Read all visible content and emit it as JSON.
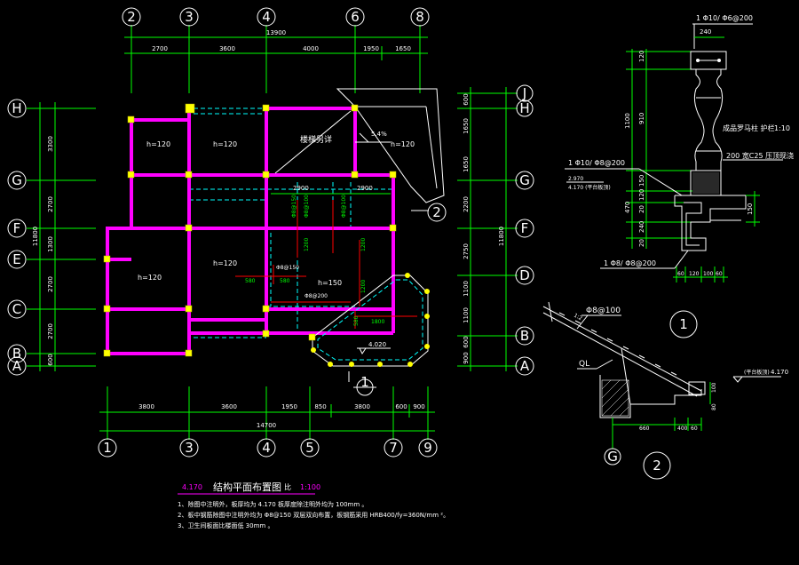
{
  "axis_top": [
    "2",
    "3",
    "4",
    "6",
    "8"
  ],
  "axis_bottom": [
    "1",
    "3",
    "4",
    "5",
    "7",
    "9"
  ],
  "axis_left": [
    "H",
    "G",
    "F",
    "E",
    "C",
    "B",
    "A"
  ],
  "axis_right": [
    "J",
    "H",
    "G",
    "F",
    "D",
    "B",
    "A"
  ],
  "dims_top": [
    "2700",
    "3600",
    "4000",
    "1950",
    "1650"
  ],
  "dim_top_total": "13900",
  "dims_bottom": [
    "3800",
    "3600",
    "1950",
    "850",
    "3800",
    "600",
    "900"
  ],
  "dim_bottom_total": "14700",
  "dims_left": [
    "3300",
    "2700",
    "1300",
    "2700",
    "2700",
    "600"
  ],
  "dim_left_total": "11800",
  "dims_right": [
    "600",
    "1650",
    "1650",
    "2200",
    "2750",
    "1100",
    "1100",
    "600",
    "900"
  ],
  "dim_right_total": "11800",
  "room_labels": [
    "h=120",
    "h=120",
    "h=120",
    "h=120",
    "h=120",
    "h=150"
  ],
  "stair_label": "楼梯另详",
  "roof_slope": "5.4%",
  "beam_dims": [
    "2900",
    "2900"
  ],
  "rebar_marks": [
    "Φ8@150",
    "Φ8@100",
    "Φ8@100",
    "1200",
    "1200",
    "Φ8@150",
    "580",
    "580",
    "1200",
    "Φ8@200",
    "580",
    "1800"
  ],
  "level_mark": "4.020",
  "section_ref": "1",
  "section1": {
    "top_note": "1 Φ10/  Φ6@200",
    "width_240": "240",
    "baluster_label": "成品罗马柱 护栏",
    "baluster_code": "1:10",
    "slab_note": "200 宽C25 压顶现浇",
    "rebar_note_1": "1 Φ10/  Φ8@200",
    "level_left": "2.970",
    "level_left_note": "4.170 (平台板顶)",
    "rebar_note_2": "1 Φ8/  Φ8@200",
    "dims_vert": [
      "120",
      "910",
      "1100",
      "150",
      "120",
      "20",
      "470",
      "240",
      "20"
    ],
    "dim_150": "150",
    "dims_bottom": [
      "60",
      "120",
      "100",
      "60"
    ],
    "tag": "1"
  },
  "section2": {
    "rebar": "Φ8@100",
    "slope": "1:2",
    "beam": "QL",
    "level": "4.170",
    "level_note": "(平台板顶)",
    "dims": [
      "660",
      "400",
      "60"
    ],
    "dim_side": [
      "100",
      "80"
    ],
    "axis": "G",
    "tag": "2"
  },
  "drawing_title": "结构平面布置图",
  "drawing_level": "4.170",
  "drawing_scale": "1:100",
  "scale_prefix": "比",
  "notes": [
    "1、除图中注明外，板厚均为     4.170   板厚度除注明外均为      100mm 。",
    "2、板中钢筋除图中注明外均为     Φ8@150  双层双向布置，板钢筋采用      HRB400/fy=360N/mm  ²。",
    "3、卫生间板面比楼面低    30mm 。"
  ]
}
